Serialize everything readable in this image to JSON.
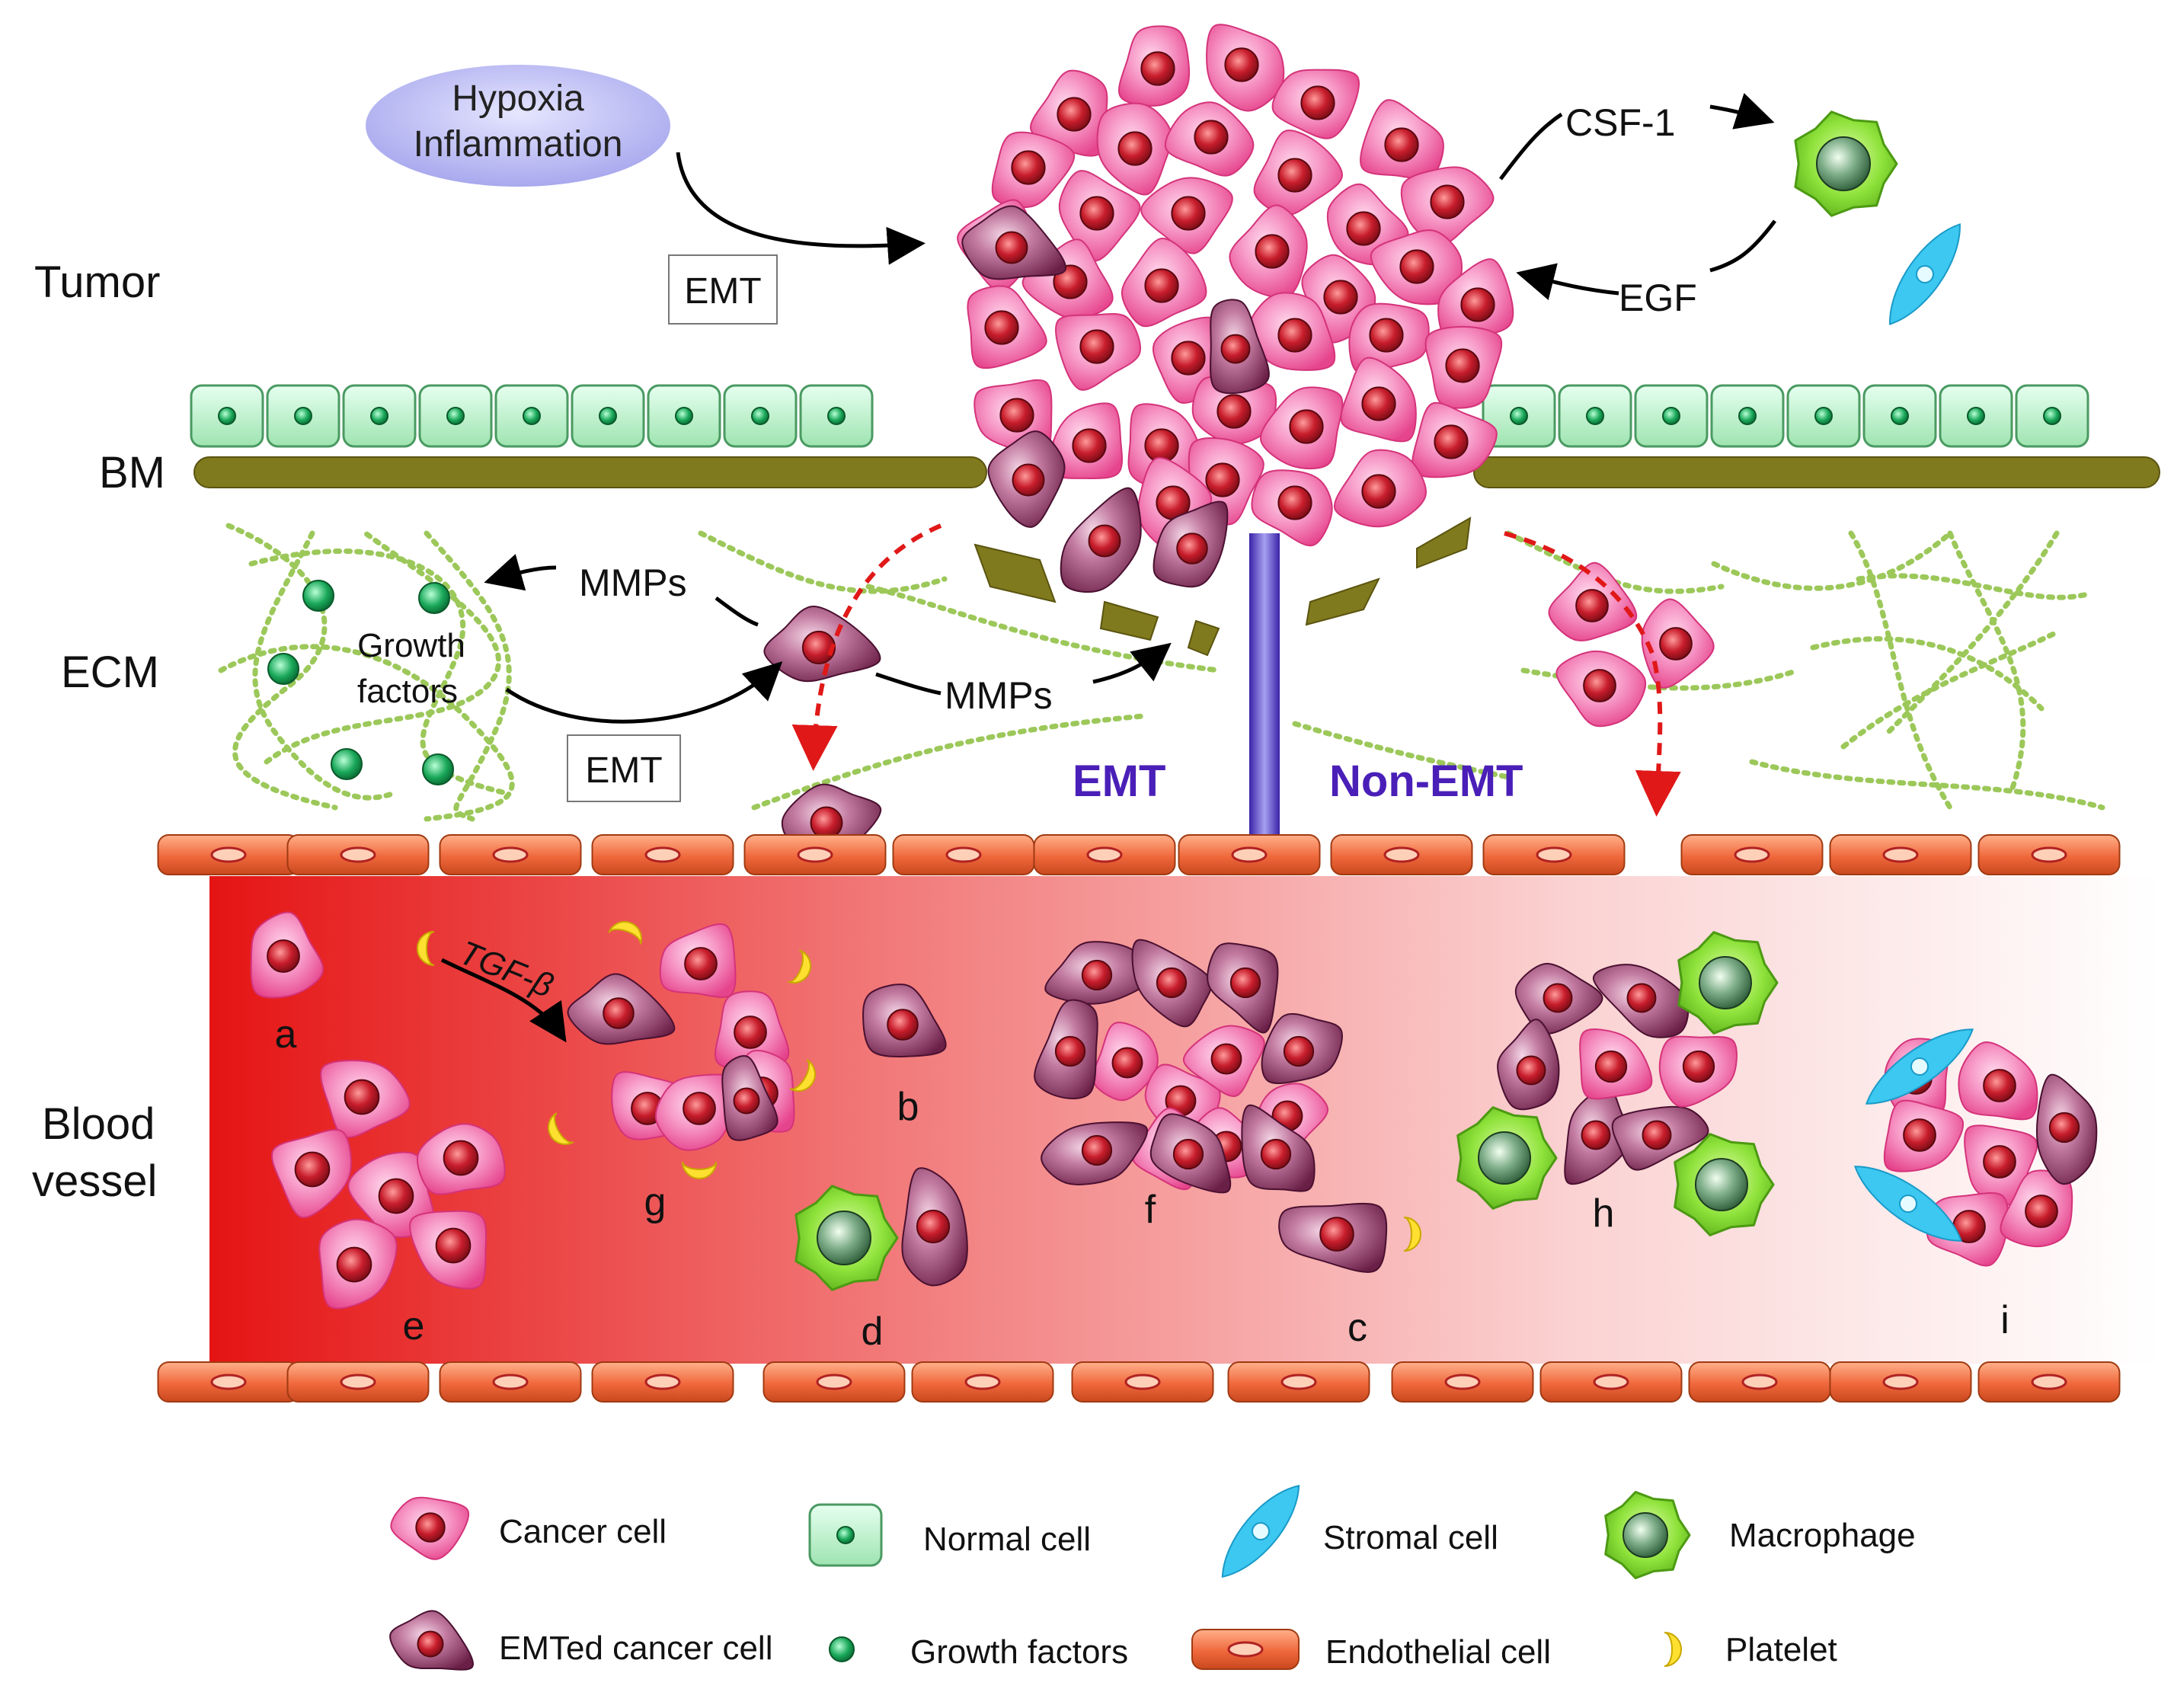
{
  "labels": {
    "tumor": "Tumor",
    "bm": "BM",
    "ecm": "ECM",
    "blood_vessel_line1": "Blood",
    "blood_vessel_line2": "vessel"
  },
  "signals": {
    "hypoxia_line1": "Hypoxia",
    "hypoxia_line2": "Inflammation",
    "emt_box_top": "EMT",
    "emt_box_ecm": "EMT",
    "csf1": "CSF-1",
    "egf": "EGF",
    "mmps_left": "MMPs",
    "mmps_right": "MMPs",
    "growth_factors_line1": "Growth",
    "growth_factors_line2": "factors",
    "emt_path": "EMT",
    "non_emt_path": "Non-EMT",
    "tgf_beta": "TGF-β"
  },
  "cluster_letters": {
    "a": "a",
    "b": "b",
    "c": "c",
    "d": "d",
    "e": "e",
    "f": "f",
    "g": "g",
    "h": "h",
    "i": "i"
  },
  "legend": {
    "cancer_cell": "Cancer cell",
    "normal_cell": "Normal cell",
    "stromal_cell": "Stromal cell",
    "macrophage": "Macrophage",
    "emted_cancer_cell": "EMTed cancer cell",
    "growth_factors": "Growth factors",
    "endothelial_cell": "Endothelial cell",
    "platelet": "Platelet"
  },
  "colors": {
    "cancer_cell": "#f06aa8",
    "emted_cancer_cell": "#8a2f5c",
    "nucleus": "#c0182a",
    "normal_cell": "#b8f0c4",
    "bm": "#807a1e",
    "ecm_fiber": "#9cc85a",
    "endothelial": "#f07850",
    "vessel_dark": "#e51616",
    "emt_text": "#4a1fb8",
    "macrophage": "#8ee23a",
    "stromal": "#3cc8f0",
    "platelet": "#ffe030"
  }
}
